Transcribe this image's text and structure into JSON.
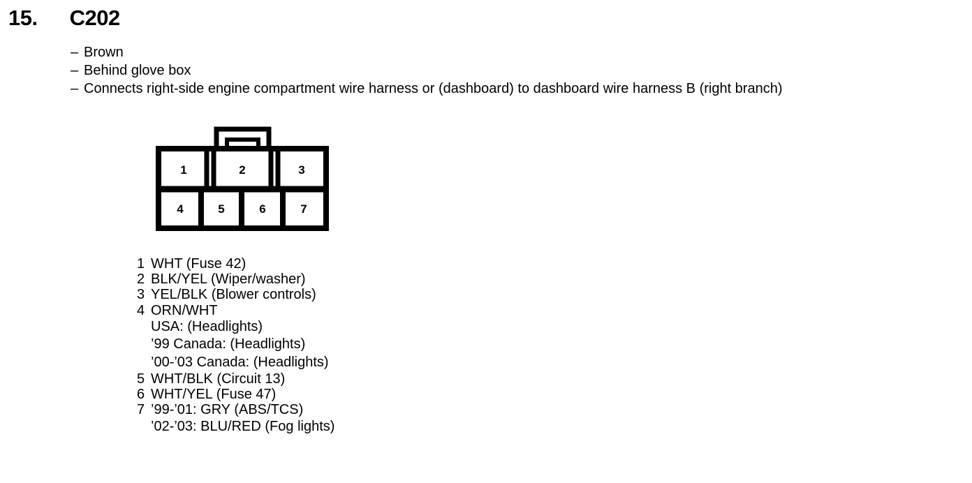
{
  "heading": {
    "item_number": "15.",
    "title": "C202"
  },
  "description": {
    "dash": "–",
    "lines": [
      "Brown",
      "Behind glove box",
      "Connects right-side engine compartment wire harness or (dashboard) to dashboard wire harness B (right branch)"
    ]
  },
  "connector": {
    "top_row_cavities": [
      "1",
      "2",
      "3"
    ],
    "bottom_row_cavities": [
      "4",
      "5",
      "6",
      "7"
    ]
  },
  "pin_list": [
    {
      "num": "1",
      "text": "WHT (Fuse 42)",
      "sub": []
    },
    {
      "num": "2",
      "text": "BLK/YEL (Wiper/washer)",
      "sub": []
    },
    {
      "num": "3",
      "text": "YEL/BLK (Blower controls)",
      "sub": []
    },
    {
      "num": "4",
      "text": "ORN/WHT",
      "sub": [
        "USA: (Headlights)",
        "’99 Canada: (Headlights)",
        "’00-’03 Canada: (Headlights)"
      ]
    },
    {
      "num": "5",
      "text": "WHT/BLK (Circuit 13)",
      "sub": []
    },
    {
      "num": "6",
      "text": "WHT/YEL (Fuse 47)",
      "sub": []
    },
    {
      "num": "7",
      "text": "’99-’01: GRY (ABS/TCS)",
      "sub": [
        "’02-’03: BLU/RED (Fog lights)"
      ]
    }
  ]
}
